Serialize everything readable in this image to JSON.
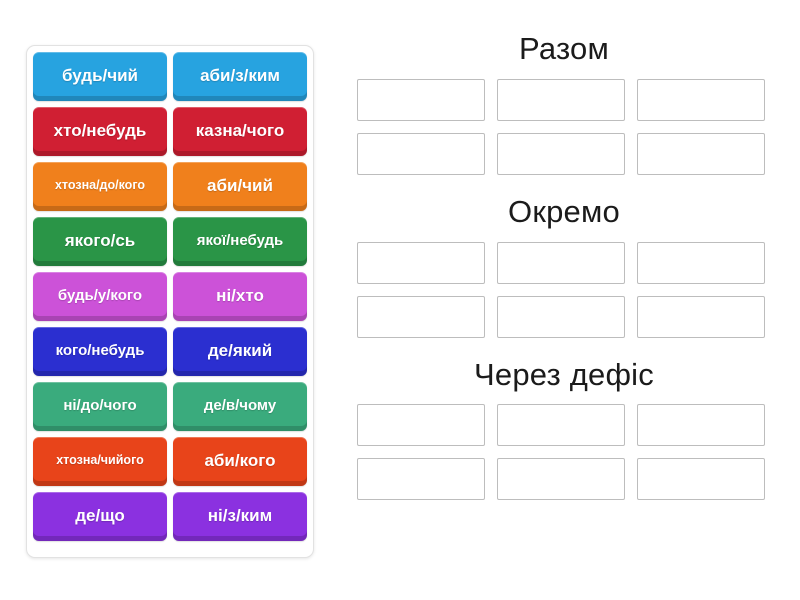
{
  "activity": {
    "type": "group-sort",
    "title": "Разом / Окремо / Через дефіс"
  },
  "tile_panel": {
    "name": "word-tiles",
    "tiles": [
      {
        "label": "будь/чий",
        "color": "#27a3e0",
        "size": "lg"
      },
      {
        "label": "аби/з/ким",
        "color": "#27a3e0",
        "size": "lg"
      },
      {
        "label": "хто/небудь",
        "color": "#d01f33",
        "size": "lg"
      },
      {
        "label": "казна/чого",
        "color": "#d01f33",
        "size": "lg"
      },
      {
        "label": "хтозна/до/кого",
        "color": "#f0801c",
        "size": "sm"
      },
      {
        "label": "аби/чий",
        "color": "#f0801c",
        "size": "lg"
      },
      {
        "label": "якого/сь",
        "color": "#2a9547",
        "size": "lg"
      },
      {
        "label": "якої/небудь",
        "color": "#2a9547",
        "size": "md"
      },
      {
        "label": "будь/у/кого",
        "color": "#cc52d8",
        "size": "md"
      },
      {
        "label": "ні/хто",
        "color": "#cc52d8",
        "size": "lg"
      },
      {
        "label": "кого/небудь",
        "color": "#2b2fd0",
        "size": "md"
      },
      {
        "label": "де/який",
        "color": "#2b2fd0",
        "size": "lg"
      },
      {
        "label": "ні/до/чого",
        "color": "#3aab7d",
        "size": "md"
      },
      {
        "label": "де/в/чому",
        "color": "#3aab7d",
        "size": "md"
      },
      {
        "label": "хтозна/чийого",
        "color": "#e8441a",
        "size": "sm"
      },
      {
        "label": "аби/кого",
        "color": "#e8441a",
        "size": "lg"
      },
      {
        "label": "де/що",
        "color": "#8b31e0",
        "size": "lg"
      },
      {
        "label": "ні/з/ким",
        "color": "#8b31e0",
        "size": "lg"
      }
    ]
  },
  "categories": [
    {
      "title": "Разом",
      "slot_count": 6,
      "slots": [
        "",
        "",
        "",
        "",
        "",
        ""
      ]
    },
    {
      "title": "Окремо",
      "slot_count": 6,
      "slots": [
        "",
        "",
        "",
        "",
        "",
        ""
      ]
    },
    {
      "title": "Через дефіс",
      "slot_count": 6,
      "slots": [
        "",
        "",
        "",
        "",
        "",
        ""
      ]
    }
  ],
  "colors": {
    "background": "#ffffff",
    "panel_border": "#e2e2e2",
    "slot_border": "#bdbdbd",
    "title_text": "#1b1b1b",
    "tile_text": "#ffffff"
  }
}
